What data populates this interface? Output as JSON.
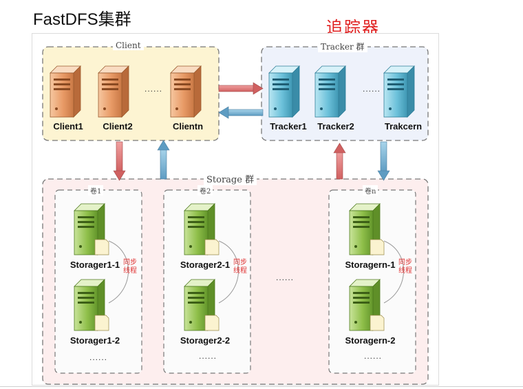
{
  "title": "FastDFS集群",
  "annotation": "追踪器",
  "client_group": {
    "label": "Client",
    "servers": [
      "Client1",
      "Client2",
      "Clientn"
    ],
    "ellipsis": "......"
  },
  "tracker_group": {
    "label": "Tracker 群",
    "servers": [
      "Tracker1",
      "Tracker2",
      "Trakcern"
    ],
    "ellipsis": "......"
  },
  "storage_group": {
    "label": "Storage 群",
    "middle_ellipsis": "......",
    "sync_label": [
      "同步",
      "线程"
    ],
    "volumes": [
      {
        "label": "卷1",
        "servers": [
          "Storager1-1",
          "Storager1-2"
        ],
        "ellipsis": "......"
      },
      {
        "label": "卷2",
        "servers": [
          "Storager2-1",
          "Storager2-2"
        ],
        "ellipsis": "......"
      },
      {
        "label": "卷n",
        "servers": [
          "Storagern-1",
          "Storagern-2"
        ],
        "ellipsis": "......"
      }
    ]
  },
  "colors": {
    "client_fill": "#fdf4d2",
    "tracker_fill": "#eef2fb",
    "storage_fill": "#fdeeee",
    "client_server": "#e8a070",
    "tracker_server": "#6fc3dc",
    "storage_server": "#8fbf4a",
    "arrow_red": "#e08080",
    "arrow_blue": "#7fb8d8"
  }
}
